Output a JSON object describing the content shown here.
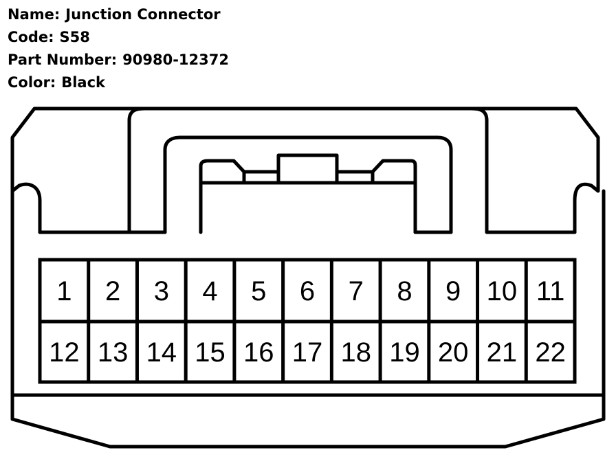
{
  "info": {
    "name_label": "Name:",
    "name_value": "Junction Connector",
    "code_label": "Code:",
    "code_value": "S58",
    "part_label": "Part Number:",
    "part_value": "90980-12372",
    "color_label": "Color:",
    "color_value": "Black"
  },
  "pins": {
    "top_row": [
      "1",
      "2",
      "3",
      "4",
      "5",
      "6",
      "7",
      "8",
      "9",
      "10",
      "11"
    ],
    "bottom_row": [
      "12",
      "13",
      "14",
      "15",
      "16",
      "17",
      "18",
      "19",
      "20",
      "21",
      "22"
    ]
  },
  "colors": {
    "line": "#000000",
    "background": "#ffffff"
  }
}
